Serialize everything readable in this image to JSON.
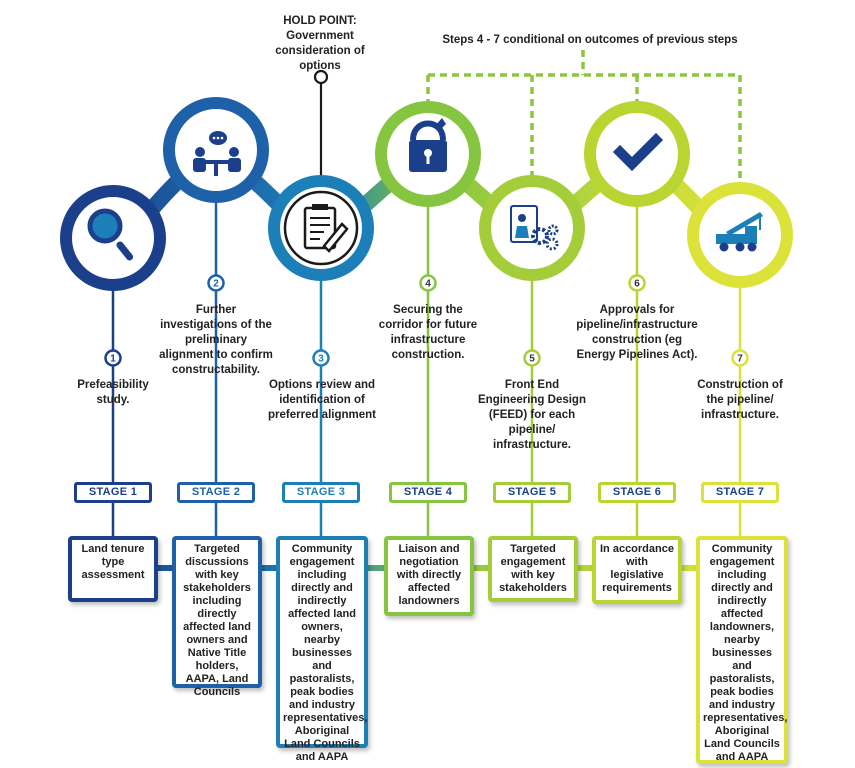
{
  "colors": {
    "s1": "#1b3f8b",
    "s2": "#1e61a8",
    "s3": "#1d7fb8",
    "s4": "#86c540",
    "s5": "#a4cd39",
    "s6": "#b9d531",
    "s7": "#dbe23a",
    "dashed": "#8cc63f"
  },
  "hold_point": {
    "title": "HOLD POINT:",
    "text": "Government consideration of options"
  },
  "conditional_note": "Steps 4 - 7 conditional on outcomes of previous steps",
  "stages": [
    {
      "number": "1",
      "label": "STAGE 1",
      "icon": "magnifying-glass-icon",
      "text": "Prefeasibility study.",
      "engagement": "Land tenure type assessment"
    },
    {
      "number": "2",
      "label": "STAGE 2",
      "icon": "meeting-icon",
      "text": "Further investigations of the preliminary alignment to confirm constructability.",
      "engagement": "Targeted discussions with key stakeholders including directly affected land owners and Native Title holders, AAPA, Land Councils"
    },
    {
      "number": "3",
      "label": "STAGE 3",
      "icon": "clipboard-pen-icon",
      "text": "Options review and identification of preferred alignment",
      "engagement": "Community engagement including directly and indirectly affected land owners, nearby businesses and pastoralists, peak bodies and industry representatives, Aboriginal Land Councils and AAPA"
    },
    {
      "number": "4",
      "label": "STAGE 4",
      "icon": "padlock-icon",
      "text": "Securing the corridor for future infrastructure construction.",
      "engagement": "Liaison and negotiation with directly affected landowners"
    },
    {
      "number": "5",
      "label": "STAGE 5",
      "icon": "engineer-gears-icon",
      "text": "Front End Engineering Design (FEED) for each pipeline/ infrastructure.",
      "engagement": "Targeted engagement with key stakeholders"
    },
    {
      "number": "6",
      "label": "STAGE 6",
      "icon": "checkmark-icon",
      "text": "Approvals for pipeline/infrastructure construction (eg Energy Pipelines Act).",
      "engagement": "In accordance with legislative requirements"
    },
    {
      "number": "7",
      "label": "STAGE 7",
      "icon": "crane-truck-icon",
      "text": "Construction of the pipeline/ infrastructure.",
      "engagement": "Community engagement including directly and indirectly affected landowners, nearby businesses and pastoralists, peak bodies and industry representatives, Aboriginal Land Councils and AAPA"
    }
  ]
}
